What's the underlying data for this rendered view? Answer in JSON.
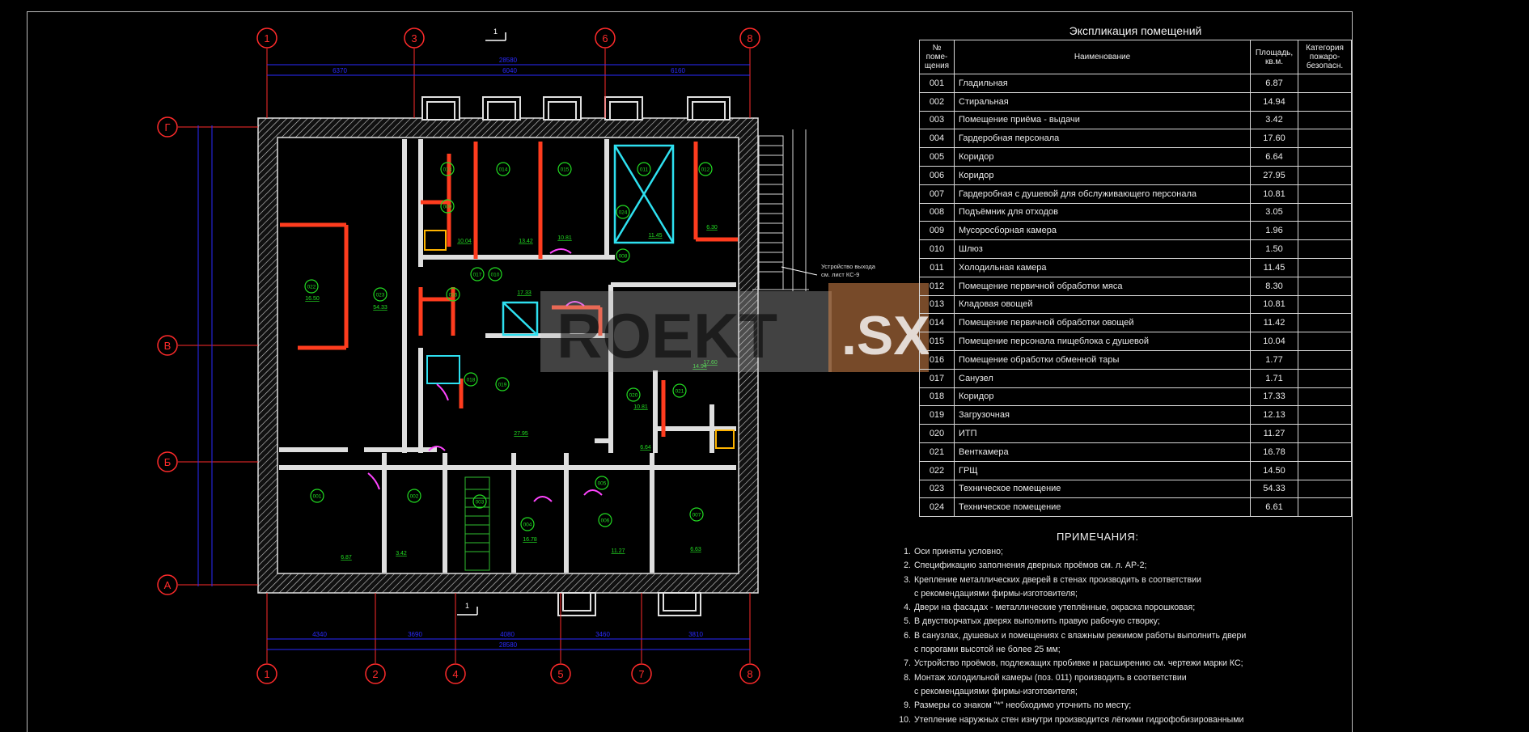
{
  "explication": {
    "title": "Экспликация помещений",
    "headers": {
      "num": "№ поме- щения",
      "name": "Наименование",
      "area": "Площадь, кв.м.",
      "category": "Категория пожаро- безопасн."
    },
    "rows": [
      {
        "num": "001",
        "name": "Гладильная",
        "area": "6.87"
      },
      {
        "num": "002",
        "name": "Стиральная",
        "area": "14.94"
      },
      {
        "num": "003",
        "name": "Помещение приёма - выдачи",
        "area": "3.42"
      },
      {
        "num": "004",
        "name": "Гардеробная персонала",
        "area": "17.60"
      },
      {
        "num": "005",
        "name": "Коридор",
        "area": "6.64"
      },
      {
        "num": "006",
        "name": "Коридор",
        "area": "27.95"
      },
      {
        "num": "007",
        "name": "Гардеробная с душевой для обслуживающего персонала",
        "area": "10.81"
      },
      {
        "num": "008",
        "name": "Подъёмник для отходов",
        "area": "3.05"
      },
      {
        "num": "009",
        "name": "Мусоросборная камера",
        "area": "1.96"
      },
      {
        "num": "010",
        "name": "Шлюз",
        "area": "1.50"
      },
      {
        "num": "011",
        "name": "Холодильная камера",
        "area": "11.45"
      },
      {
        "num": "012",
        "name": "Помещение первичной обработки мяса",
        "area": "8.30"
      },
      {
        "num": "013",
        "name": "Кладовая овощей",
        "area": "10.81"
      },
      {
        "num": "014",
        "name": "Помещение первичной обработки овощей",
        "area": "11.42"
      },
      {
        "num": "015",
        "name": "Помещение персонала пищеблока с душевой",
        "area": "10.04"
      },
      {
        "num": "016",
        "name": "Помещение обработки обменной тары",
        "area": "1.77"
      },
      {
        "num": "017",
        "name": "Санузел",
        "area": "1.71"
      },
      {
        "num": "018",
        "name": "Коридор",
        "area": "17.33"
      },
      {
        "num": "019",
        "name": "Загрузочная",
        "area": "12.13"
      },
      {
        "num": "020",
        "name": "ИТП",
        "area": "11.27"
      },
      {
        "num": "021",
        "name": "Венткамера",
        "area": "16.78"
      },
      {
        "num": "022",
        "name": "ГРЩ",
        "area": "14.50"
      },
      {
        "num": "023",
        "name": "Техническое помещение",
        "area": "54.33"
      },
      {
        "num": "024",
        "name": "Техническое помещение",
        "area": "6.61"
      }
    ]
  },
  "notes": {
    "title": "ПРИМЕЧАНИЯ:",
    "items": [
      {
        "n": "1.",
        "text": "Оси приняты условно;",
        "cont": ""
      },
      {
        "n": "2.",
        "text": "Спецификацию заполнения дверных проёмов см. л. АР-2;",
        "cont": ""
      },
      {
        "n": "3.",
        "text": "Крепление металлических дверей в стенах производить в соответствии",
        "cont": "с рекомендациями фирмы-изготовителя;"
      },
      {
        "n": "4.",
        "text": "Двери на фасадах - металлические утеплённые, окраска порошковая;",
        "cont": ""
      },
      {
        "n": "5.",
        "text": "В двустворчатых дверях выполнить правую рабочую створку;",
        "cont": ""
      },
      {
        "n": "6.",
        "text": "В санузлах, душевых и помещениях с влажным режимом работы выполнить двери",
        "cont": "с порогами высотой не более 25 мм;"
      },
      {
        "n": "7.",
        "text": "Устройство проёмов,  подлежащих пробивке и расширению см. чертежи марки КС;",
        "cont": ""
      },
      {
        "n": "8.",
        "text": "Монтаж холодильной камеры (поз. 011) производить в соответствии",
        "cont": "с рекомендациями фирмы-изготовителя;"
      },
      {
        "n": "9.",
        "text": "Размеры со знаком \"*\" необходимо уточнить по месту;",
        "cont": ""
      },
      {
        "n": "10.",
        "text": "Утепление наружных стен изнутри производится лёгкими гидрофобизированными",
        "cont": ""
      }
    ]
  },
  "plan": {
    "axes_top": [
      "1",
      "3",
      "6",
      "8"
    ],
    "axes_bottom": [
      "1",
      "2",
      "4",
      "5",
      "7",
      "8"
    ],
    "axes_left": [
      "Г",
      "В",
      "Б",
      "А"
    ],
    "section_mark": "1",
    "dims_top": [
      "6370",
      "6040",
      "6160",
      "28580"
    ],
    "dims_bottom": [
      "4340",
      "3690",
      "4080",
      "3460",
      "3810",
      "28580"
    ],
    "annotation_line1": "Устройство выхода",
    "annotation_line2": "см. лист КС-9",
    "room_tags": [
      "013",
      "014",
      "015",
      "011",
      "012",
      "022",
      "023",
      "016",
      "017",
      "018",
      "019",
      "020",
      "021",
      "001",
      "002",
      "003",
      "004",
      "005",
      "006",
      "007",
      "008",
      "009",
      "010",
      "024"
    ],
    "areas": [
      "54.33",
      "16.50",
      "10.04",
      "13.42",
      "10.81",
      "11.45",
      "6.30",
      "17.33",
      "17.60",
      "27.95",
      "6.64",
      "10.81",
      "14.94",
      "6.87",
      "3.42",
      "16.78",
      "11.27",
      "6.63"
    ],
    "watermark_left": "ROEKT",
    "watermark_right": ".SX"
  },
  "colors": {
    "axis": "#ff2b2b",
    "dim": "#2a2aff",
    "wall": "#dcdcdc",
    "partition": "#ff3c1e",
    "tag": "#22dd22",
    "cyan": "#2ee0f0",
    "magenta": "#ff44ff",
    "yellow": "#ffb400"
  }
}
